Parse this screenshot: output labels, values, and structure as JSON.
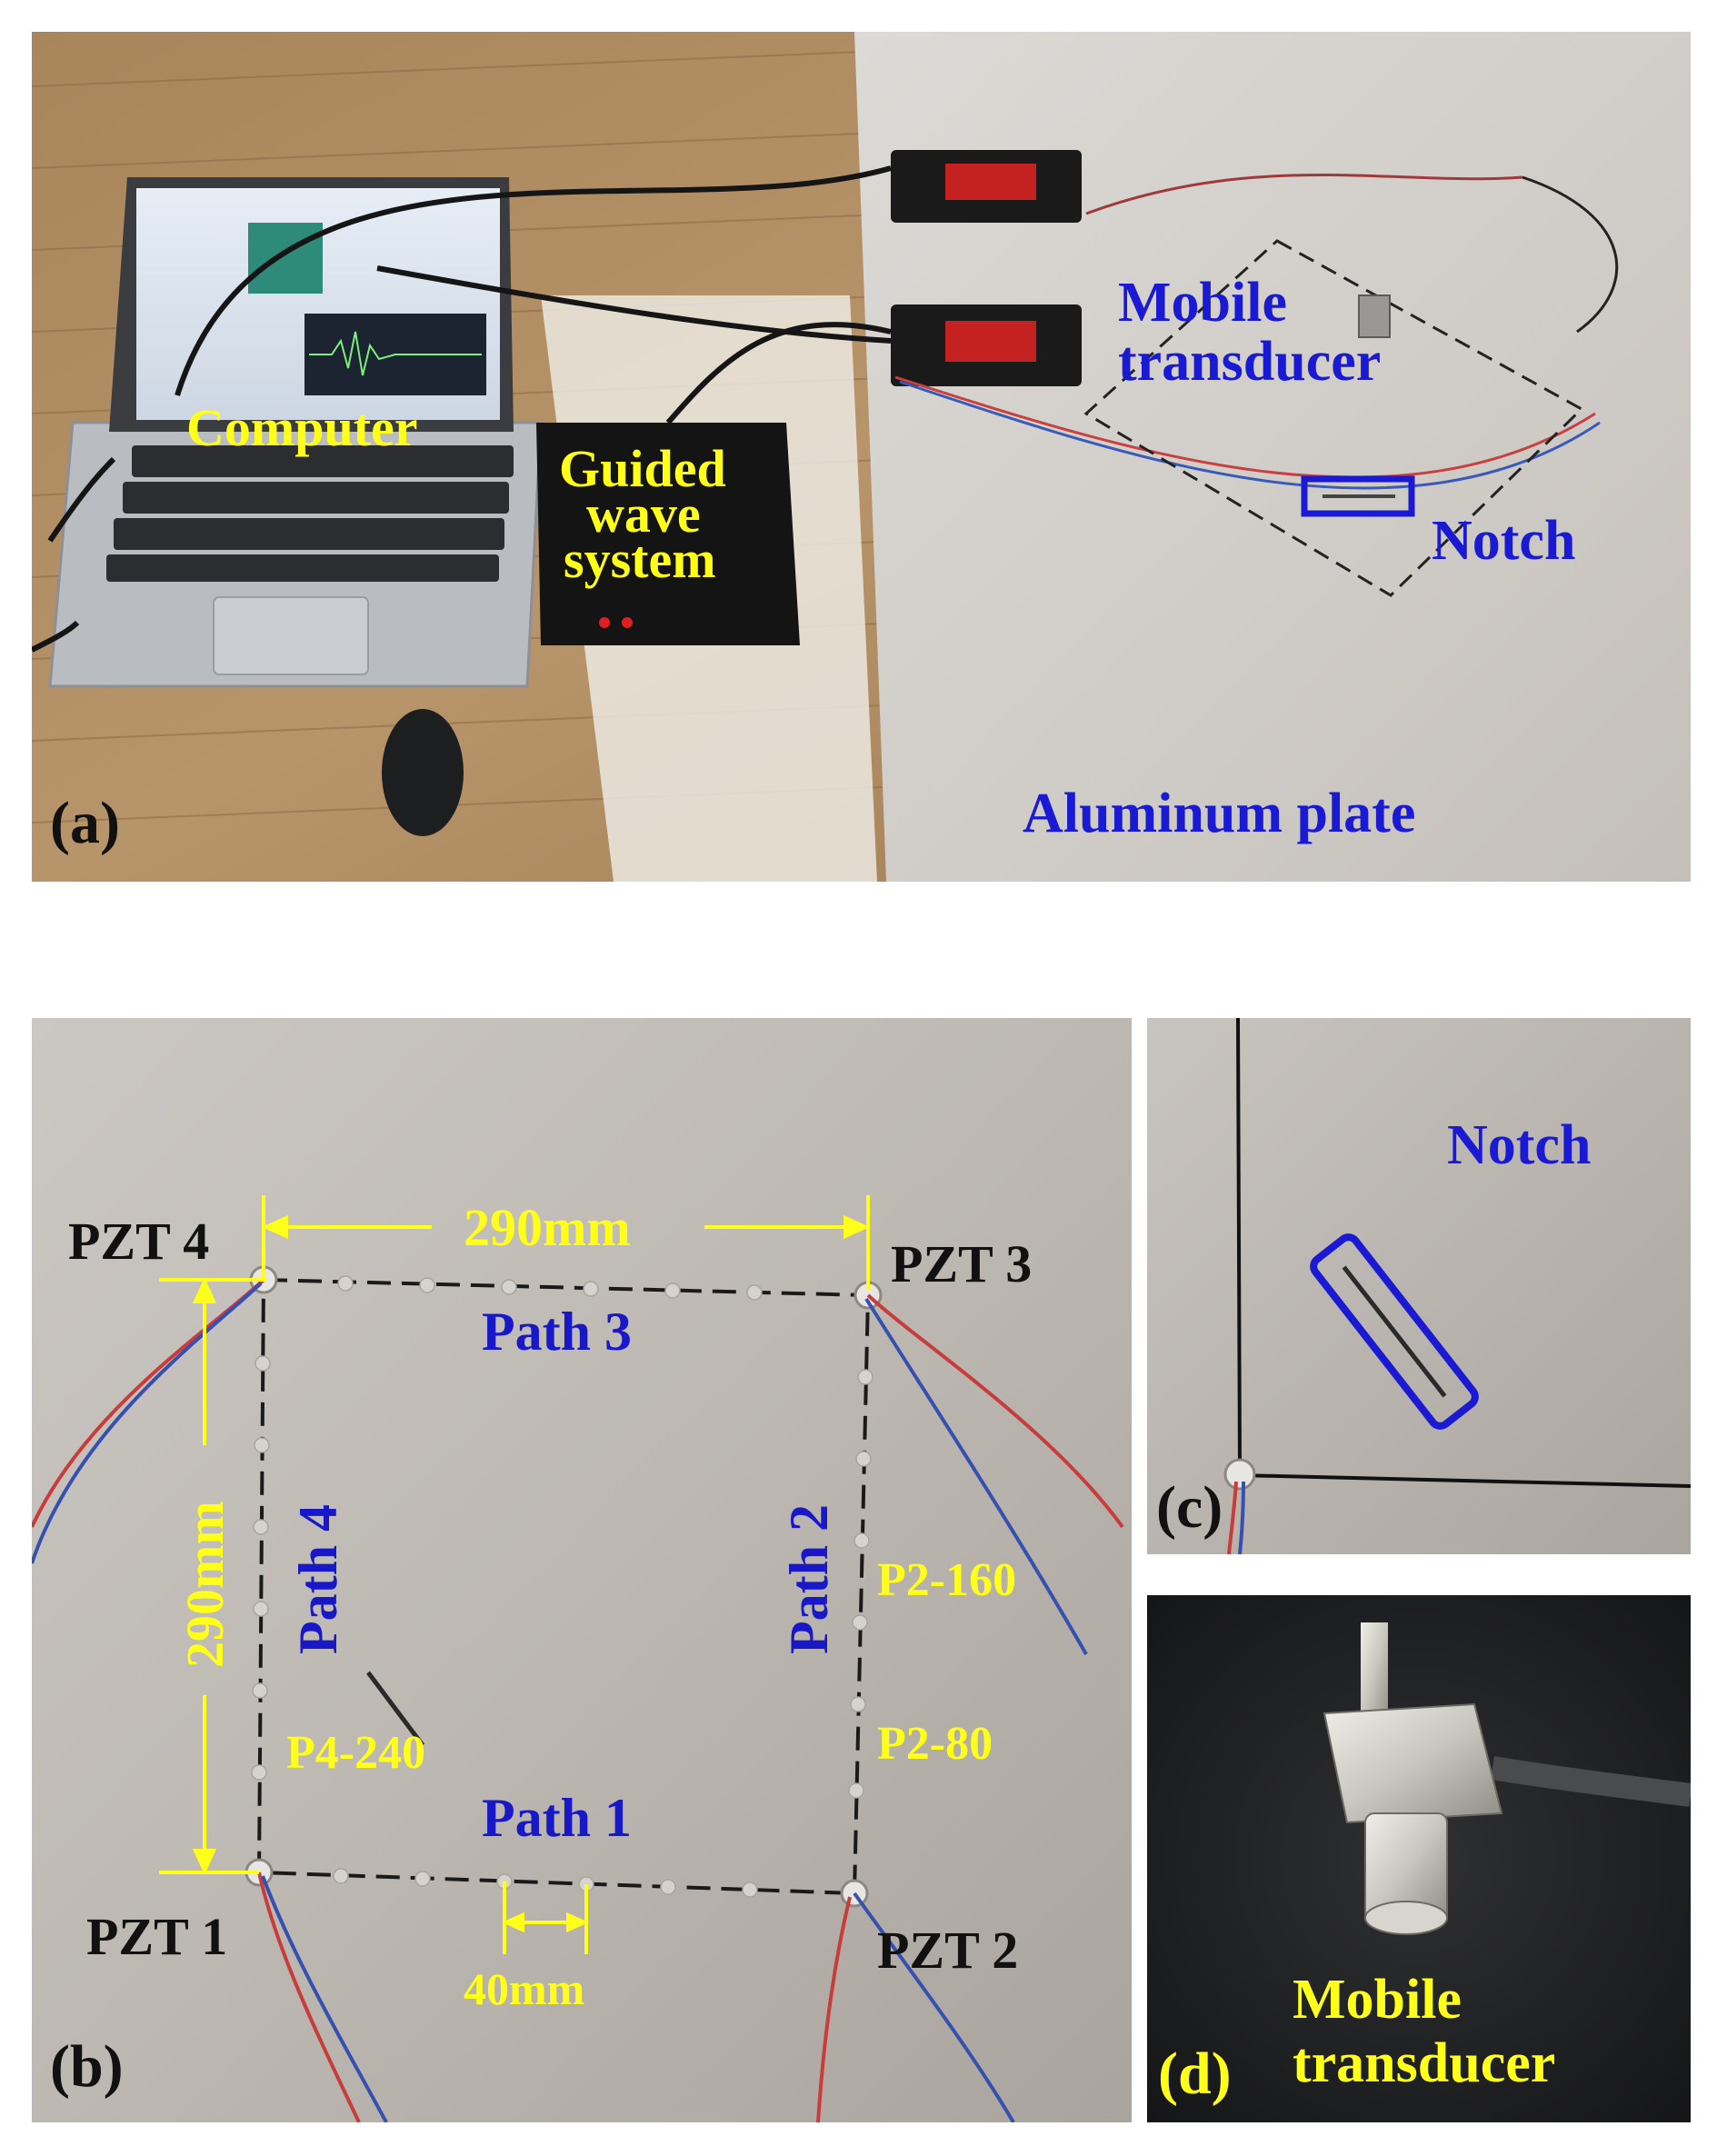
{
  "panel_a": {
    "label": "(a)",
    "computer": "Computer",
    "guided_line1": "Guided",
    "guided_line2": "wave",
    "guided_line3": "system",
    "mobile_line1": "Mobile",
    "mobile_line2": "transducer",
    "notch": "Notch",
    "plate": "Aluminum plate"
  },
  "panel_b": {
    "label": "(b)",
    "pzt1": "PZT 1",
    "pzt2": "PZT 2",
    "pzt3": "PZT 3",
    "pzt4": "PZT 4",
    "dim_top": "290mm",
    "dim_left": "290mm",
    "dim_bottom": "40mm",
    "path1": "Path 1",
    "path2": "Path 2",
    "path3": "Path 3",
    "path4": "Path 4",
    "p2_160": "P2-160",
    "p2_80": "P2-80",
    "p4_240": "P4-240"
  },
  "panel_c": {
    "label": "(c)",
    "notch": "Notch"
  },
  "panel_d": {
    "label": "(d)",
    "mobile_line1": "Mobile",
    "mobile_line2": "transducer"
  },
  "colors": {
    "yellow": "#ffff1a",
    "blue": "#1a1ad4",
    "black": "#111111",
    "path_blue": "#1818c8"
  }
}
